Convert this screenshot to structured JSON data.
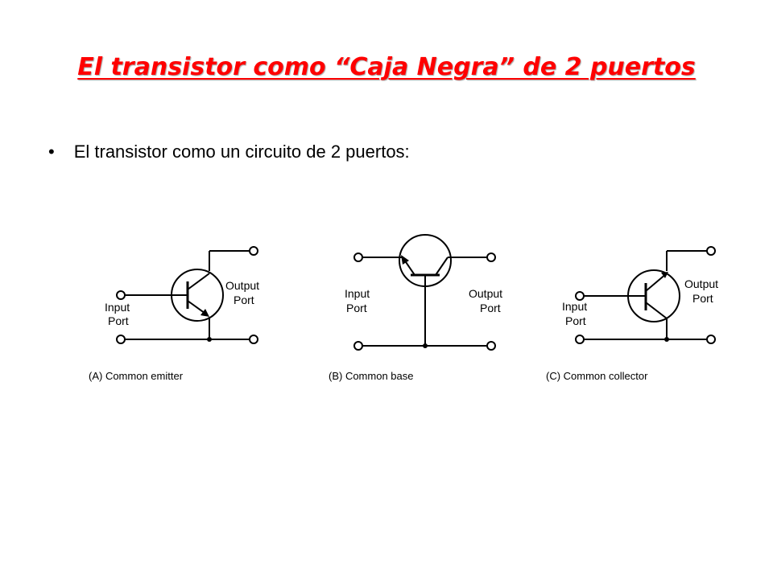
{
  "title": "El transistor como “Caja Negra” de 2 puertos",
  "title_color": "#ff0000",
  "bullet": "El transistor como un circuito de 2 puertos:",
  "circuits": {
    "a": {
      "input_line1": "Input",
      "input_line2": "Port",
      "output_line1": "Output",
      "output_line2": "Port",
      "caption": "(A) Common emitter"
    },
    "b": {
      "input_line1": "Input",
      "input_line2": "Port",
      "output_line1": "Output",
      "output_line2": "Port",
      "caption": "(B) Common base"
    },
    "c": {
      "input_line1": "Input",
      "input_line2": "Port",
      "output_line1": "Output",
      "output_line2": "Port",
      "caption": "(C) Common collector"
    }
  }
}
